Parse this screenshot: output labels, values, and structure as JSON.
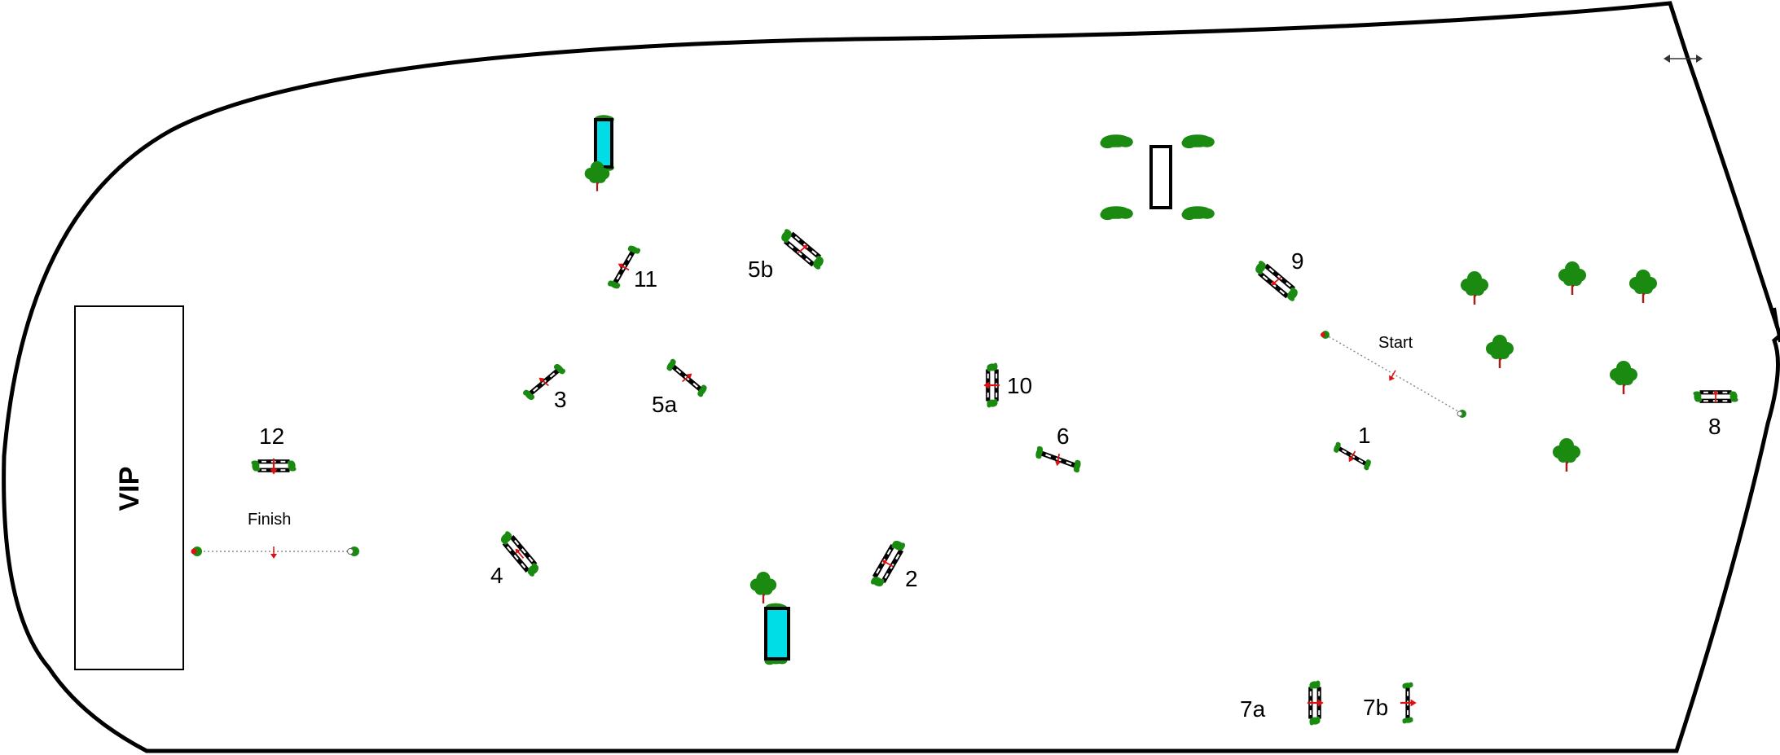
{
  "colors": {
    "arena_line": "#000000",
    "hedge": "#1a8a10",
    "trunk": "#a0201a",
    "direction_arrow": "#e01010",
    "water": "#00dde6",
    "plank_light": "#ffffff",
    "plank_dark": "#000000"
  },
  "vip_label": "VIP",
  "start_label": "Start",
  "finish_label": "Finish",
  "resize_icon": "double-arrow-horizontal-icon",
  "fence_labels": {
    "f1": "1",
    "f2": "2",
    "f3": "3",
    "f4": "4",
    "f5a": "5a",
    "f5b": "5b",
    "f6": "6",
    "f7a": "7a",
    "f7b": "7b",
    "f8": "8",
    "f9": "9",
    "f10": "10",
    "f11": "11",
    "f12": "12"
  }
}
